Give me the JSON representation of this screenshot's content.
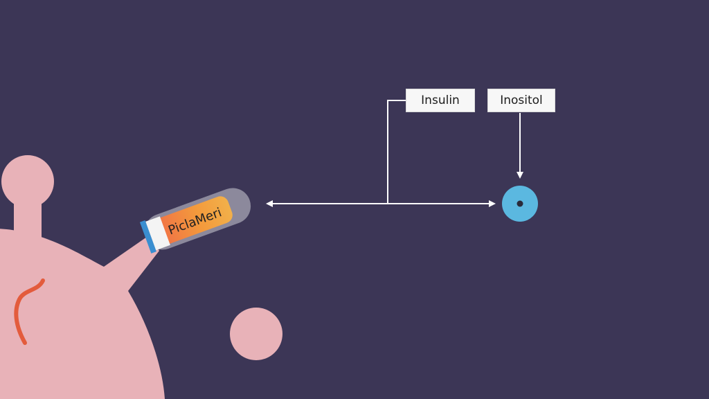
{
  "labels": {
    "insulin": "Insulin",
    "inositol": "Inositol"
  },
  "vial": {
    "label_text": "PiclaMeri"
  },
  "colors": {
    "background": "#3c3656",
    "cell": "#e8b2b8",
    "squiggle": "#e35b3c",
    "vial_orange": "#f08a40",
    "vial_blue": "#3a8ed0",
    "target_circle": "#5bb8e0",
    "arrow": "#ffffff"
  }
}
